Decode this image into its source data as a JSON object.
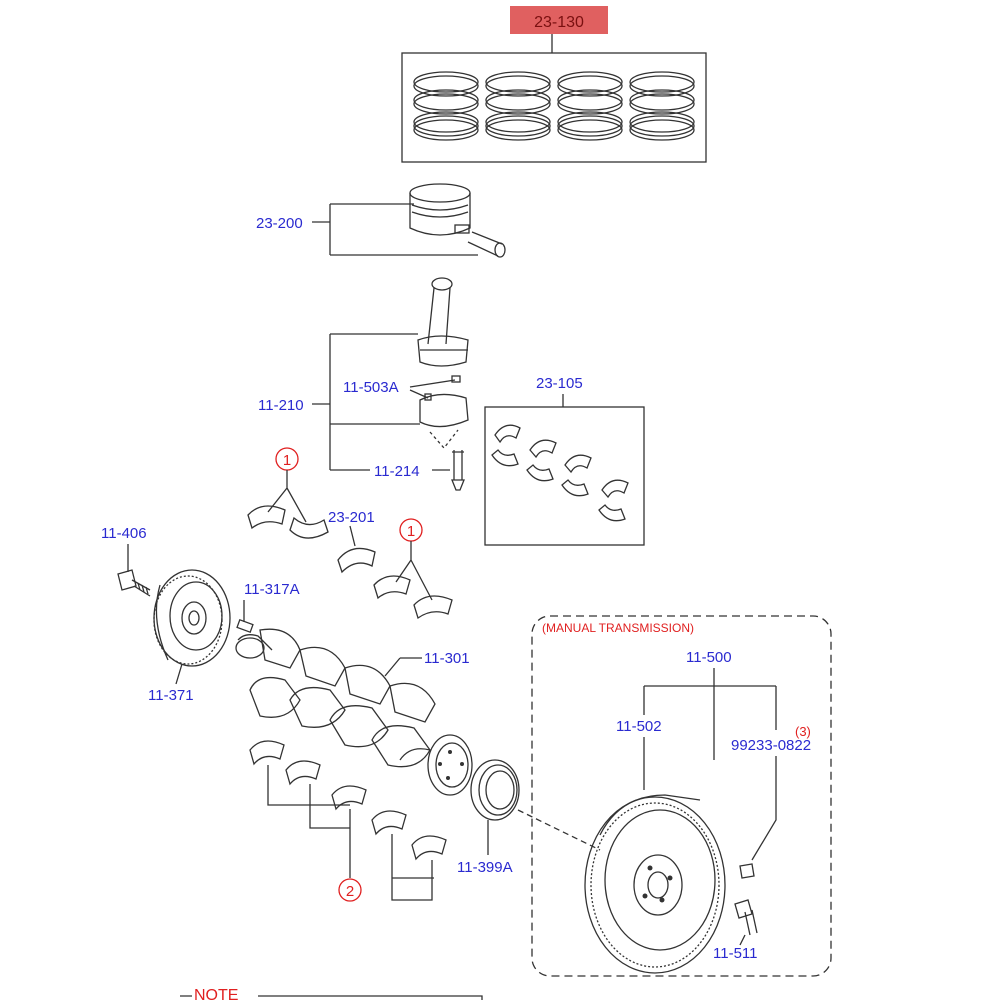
{
  "callouts": {
    "p23_130": "23-130",
    "p23_200": "23-200",
    "p11_210": "11-210",
    "p11_503A": "11-503A",
    "p11_214": "11-214",
    "p23_105": "23-105",
    "p23_201": "23-201",
    "p11_406": "11-406",
    "p11_317A": "11-317A",
    "p11_301": "11-301",
    "p11_371": "11-371",
    "p11_399A": "11-399A",
    "p11_500": "11-500",
    "p11_502": "11-502",
    "p99233_0822": "99233-0822",
    "p11_511": "11-511"
  },
  "markers": {
    "m1a": "1",
    "m1b": "1",
    "m2": "2",
    "qty3": "(3)"
  },
  "manual_transmission_label": "(MANUAL TRANSMISSION)",
  "note_label": "NOTE",
  "colors": {
    "highlight": "#e06060",
    "label": "#2a2ad0",
    "marker": "#e02020",
    "line": "#333333"
  }
}
